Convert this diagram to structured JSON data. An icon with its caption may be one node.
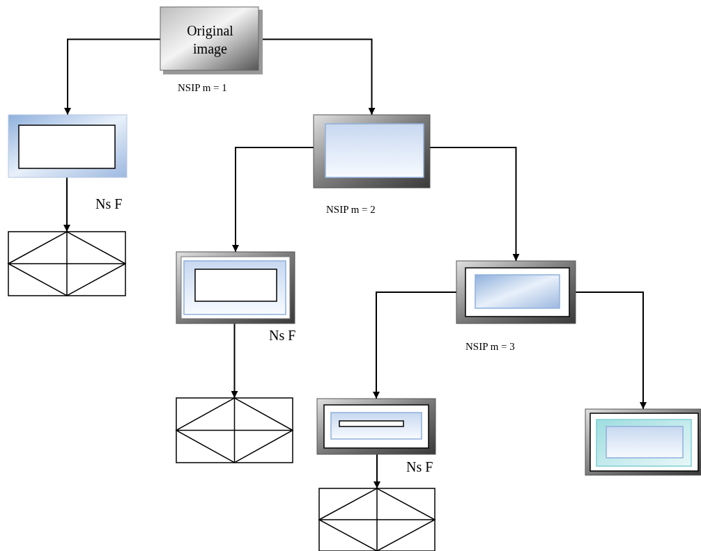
{
  "diagram": {
    "nodes": [
      {
        "text": [
          "Original image"
        ]
      },
      {
        "text": [],
        "shape": "box"
      },
      {
        "text": [],
        "shape": "box"
      },
      {
        "text": [],
        "shape": "box"
      },
      {
        "text": [],
        "shape": "box"
      },
      {
        "text": [],
        "shape": "box"
      },
      {
        "text": [],
        "shape": "box"
      },
      {
        "text": [],
        "shape": "box"
      },
      {
        "text": [],
        "shape": "box"
      },
      {
        "text": [],
        "shape": "box"
      }
    ],
    "edges": [
      {
        "from": 0,
        "to": 1,
        "arrow": "to"
      },
      {
        "from": 0,
        "to": 3,
        "arrow": "to"
      },
      {
        "from": 1,
        "to": 2,
        "arrow": "to"
      },
      {
        "from": 3,
        "to": 4,
        "arrow": "to"
      },
      {
        "from": 3,
        "to": 6,
        "arrow": "to"
      },
      {
        "from": 4,
        "to": 5,
        "arrow": "to"
      },
      {
        "from": 6,
        "to": 7,
        "arrow": "to"
      },
      {
        "from": 6,
        "to": 8,
        "arrow": "to"
      },
      {
        "from": 7,
        "to": 9,
        "arrow": "to"
      }
    ],
    "labels": [
      "NSIP m = 1",
      "Ns F",
      "NSIP m = 2",
      "Ns F",
      "NSIP m = 3",
      "Ns F"
    ]
  }
}
